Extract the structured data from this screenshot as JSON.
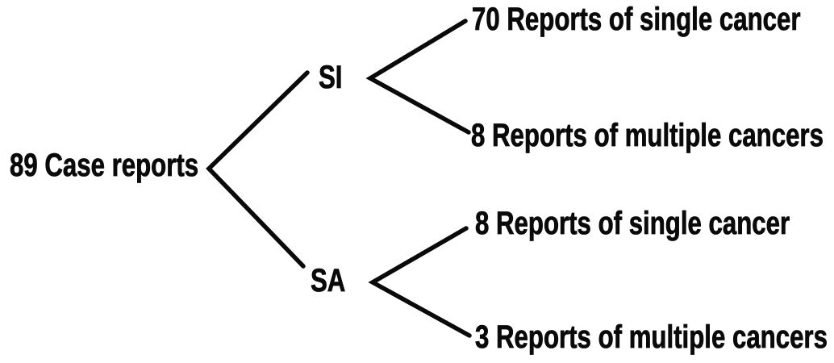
{
  "colors": {
    "ink": "#0a0a0a",
    "background": "#ffffff"
  },
  "diagram": {
    "type": "tree",
    "root": {
      "label": "89 Case reports"
    },
    "branches": [
      {
        "label": "SI",
        "children": [
          {
            "label": "70 Reports of single cancer"
          },
          {
            "label": "8 Reports of multiple cancers"
          }
        ]
      },
      {
        "label": "SA",
        "children": [
          {
            "label": "8 Reports of single cancer"
          },
          {
            "label": "3 Reports of multiple cancers"
          }
        ]
      }
    ]
  }
}
